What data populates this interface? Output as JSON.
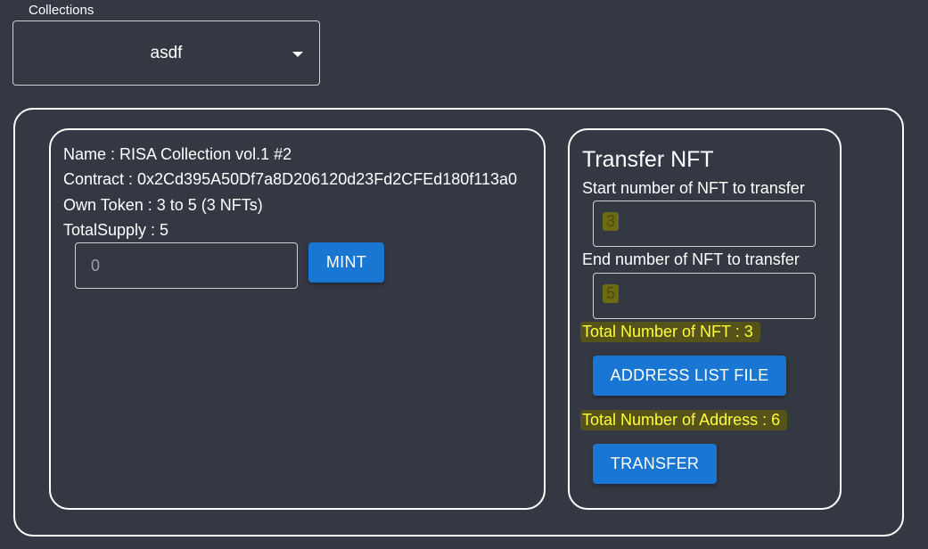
{
  "collections": {
    "label": "Collections",
    "selected": "asdf"
  },
  "nft_info": {
    "name": "Name : RISA Collection vol.1 #2",
    "contract": "Contract : 0x2Cd395A50Df7a8D206120d23Fd2CFEd180f113a0",
    "own_token": "Own Token : 3 to 5 (3 NFTs)",
    "total_supply": "TotalSupply : 5"
  },
  "mint": {
    "input_placeholder": "0",
    "button_label": "MINT"
  },
  "transfer": {
    "title": "Transfer NFT",
    "start_label": "Start number of NFT to transfer",
    "start_value": "3",
    "end_label": "End number of NFT to transfer",
    "end_value": "5",
    "total_nft": "Total Number of NFT : 3",
    "address_button_label": "ADDRESS LIST FILE",
    "total_address": "Total Number of Address : 6",
    "transfer_button_label": "TRANSFER"
  },
  "colors": {
    "background": "#343842",
    "button": "#1976d2",
    "highlight_text": "#ffff3a",
    "highlight_bg": "#55521a"
  }
}
